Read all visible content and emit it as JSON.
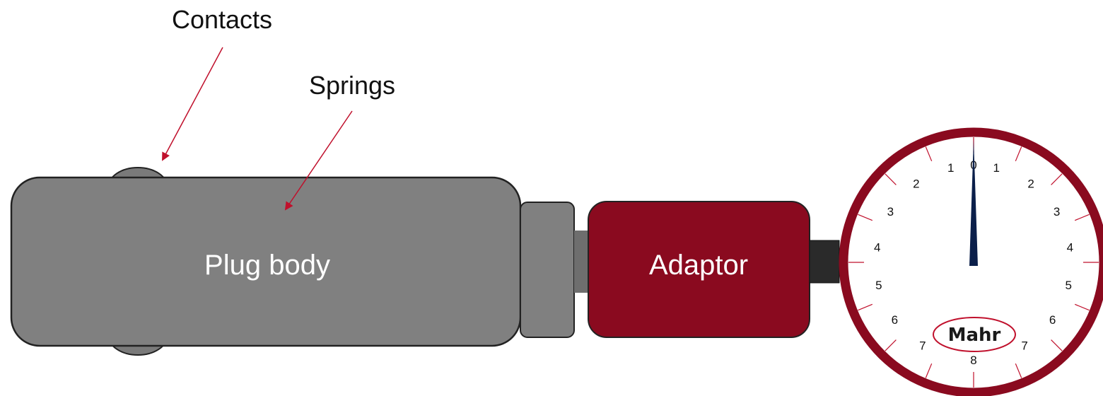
{
  "labels": {
    "contacts": "Contacts",
    "springs": "Springs",
    "plug_body": "Plug body",
    "adaptor": "Adaptor"
  },
  "dial": {
    "brand": "Mahr",
    "reading": 0,
    "top_number": "0",
    "bottom_number": "8",
    "left_numbers": [
      "1",
      "2",
      "3",
      "4",
      "5",
      "6",
      "7"
    ],
    "right_numbers": [
      "1",
      "2",
      "3",
      "4",
      "5",
      "6",
      "7"
    ]
  },
  "colors": {
    "plug_body": "#808080",
    "contacts": "#7a7a7a",
    "adaptor": "#8a0a1f",
    "dial_rim": "#8a0a1f",
    "needle": "#0b1f4a",
    "callout_arrow": "#c0102c",
    "dial_stem": "#2a2a2a"
  }
}
